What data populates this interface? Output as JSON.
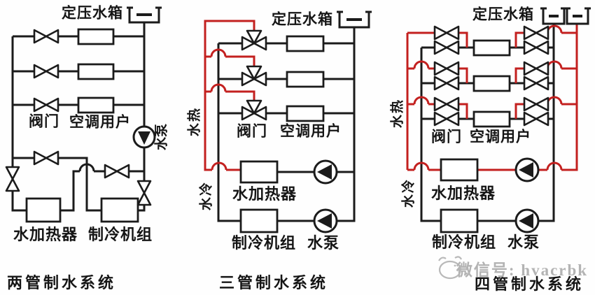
{
  "colors": {
    "pipe_black": "#1b1b1b",
    "pipe_hot_red": "#c3201f",
    "watermark_gray": "#b3b3b3",
    "background": "#fefefe"
  },
  "diagrams": {
    "two_pipe": {
      "tank_label": "定压水箱",
      "valve_label": "阀门",
      "users_label": "空调用户",
      "pump_label": "水泵",
      "heater_label": "水加热器",
      "chiller_label": "制冷机组",
      "caption": "两管制水系统"
    },
    "three_pipe": {
      "tank_label": "定压水箱",
      "valve_label": "阀门",
      "users_label": "空调用户",
      "hot_label": "热水",
      "cold_label": "冷水",
      "heater_label": "水加热器",
      "chiller_label": "制冷机组",
      "pump_label": "水泵",
      "caption": "三管制水系统"
    },
    "four_pipe": {
      "tank_label": "定压水箱",
      "valve_label": "阀门",
      "users_label": "空调用户",
      "hot_label": "热水",
      "cold_label": "冷水",
      "heater_label": "水加热器",
      "chiller_label": "制冷机组",
      "pump_label": "水泵",
      "caption": "四管制水系统"
    }
  },
  "watermark": {
    "text": "微信号: hvacrbk"
  }
}
